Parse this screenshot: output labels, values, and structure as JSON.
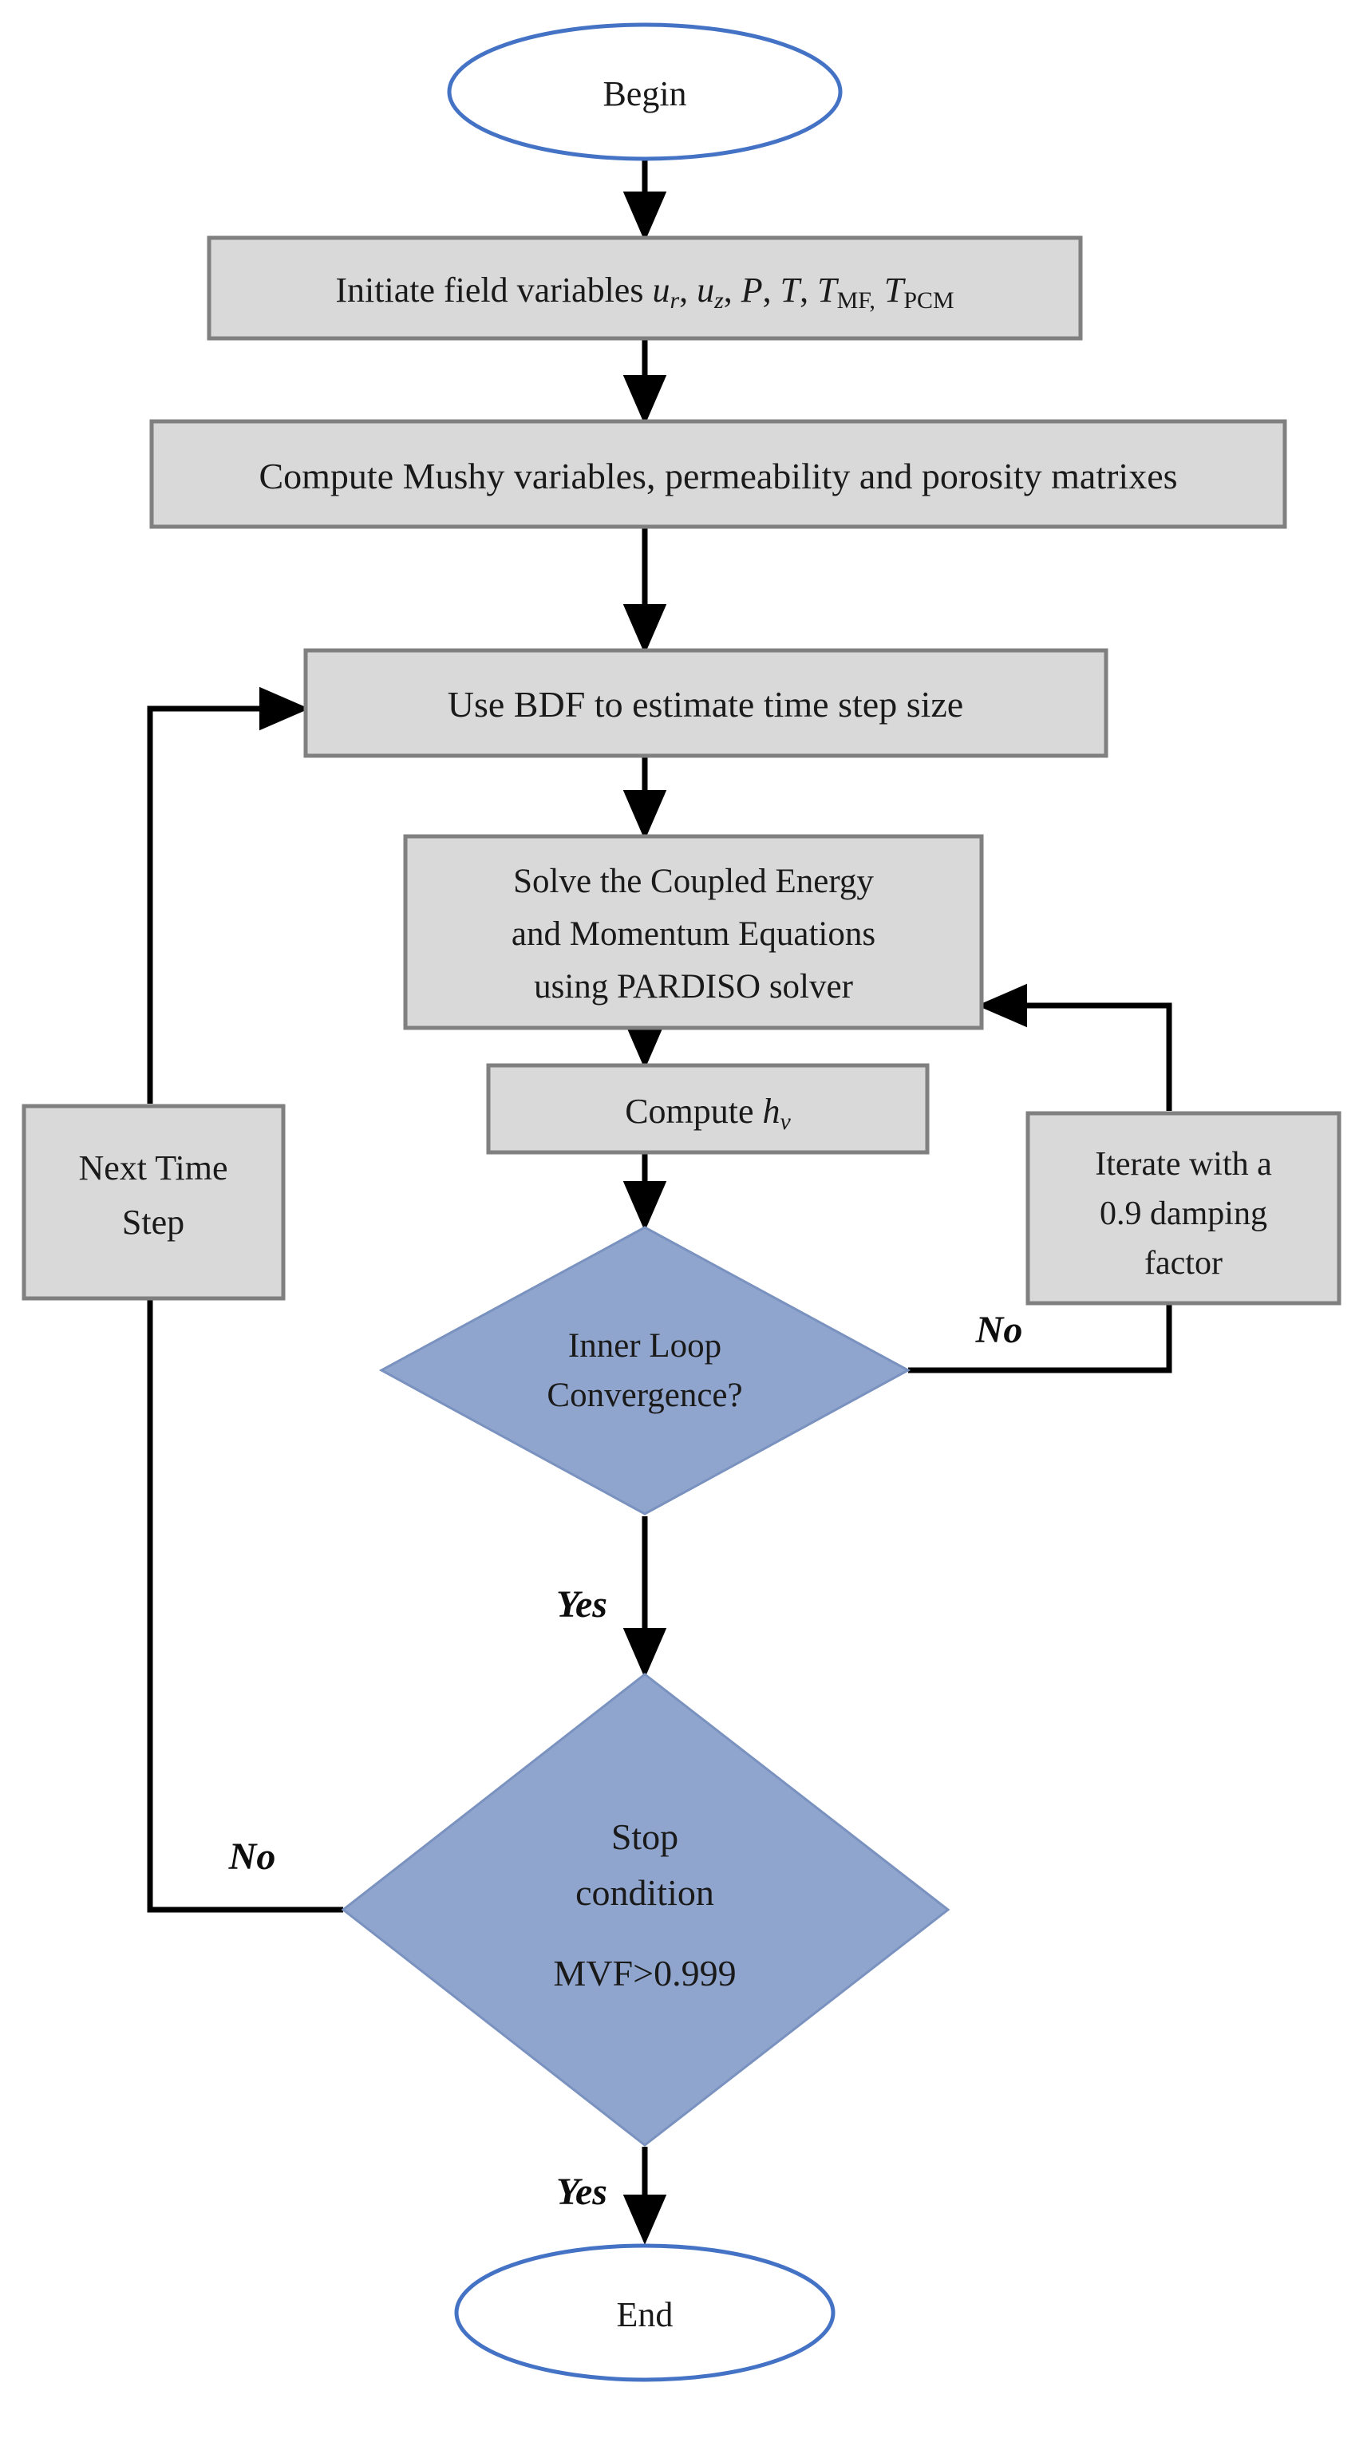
{
  "diagram": {
    "title": "Numerical solution procedure flowchart",
    "colors": {
      "terminator_stroke": "#4472C4",
      "terminator_fill": "#FFFFFF",
      "process_fill": "#D9D9D9",
      "process_stroke": "#808080",
      "decision_fill": "#8FA5CD",
      "decision_stroke": "#7A92BF",
      "connector": "#000000",
      "text": "#1A1A1A",
      "background": "#FFFFFF"
    },
    "nodes": [
      {
        "id": "begin",
        "shape": "terminator",
        "name": "begin-terminator",
        "label": "Begin"
      },
      {
        "id": "initiate",
        "shape": "process",
        "name": "initiate-field-variables-box",
        "label": "Initiate field variables u_r, u_z, P, T, T_MF, T_PCM",
        "label_parts": [
          {
            "text": "Initiate field variables ",
            "style": "normal"
          },
          {
            "text": "u",
            "style": "italic"
          },
          {
            "text": "r",
            "style": "sub-italic"
          },
          {
            "text": ", ",
            "style": "normal"
          },
          {
            "text": "u",
            "style": "italic"
          },
          {
            "text": "z",
            "style": "sub-italic"
          },
          {
            "text": ", ",
            "style": "normal"
          },
          {
            "text": "P",
            "style": "italic"
          },
          {
            "text": ", ",
            "style": "normal"
          },
          {
            "text": "T",
            "style": "italic"
          },
          {
            "text": ", ",
            "style": "normal"
          },
          {
            "text": "T",
            "style": "italic"
          },
          {
            "text": "MF,",
            "style": "sub"
          },
          {
            "text": " ",
            "style": "normal"
          },
          {
            "text": "T",
            "style": "italic"
          },
          {
            "text": "PCM",
            "style": "sub"
          }
        ]
      },
      {
        "id": "mushy",
        "shape": "process",
        "name": "compute-mushy-variables-box",
        "label": "Compute Mushy variables, permeability and porosity matrixes"
      },
      {
        "id": "bdf",
        "shape": "process",
        "name": "use-bdf-box",
        "label": "Use BDF to estimate time step size"
      },
      {
        "id": "solve",
        "shape": "process",
        "name": "solve-coupled-equations-box",
        "label": "Solve the Coupled Energy and Momentum Equations using PARDISO solver",
        "lines": [
          "Solve the Coupled Energy",
          "and Momentum Equations",
          "using PARDISO solver"
        ]
      },
      {
        "id": "computehv",
        "shape": "process",
        "name": "compute-hv-box",
        "label": "Compute h_v",
        "label_parts": [
          {
            "text": "Compute ",
            "style": "normal"
          },
          {
            "text": "h",
            "style": "italic"
          },
          {
            "text": "v",
            "style": "sub-italic"
          }
        ]
      },
      {
        "id": "nexttime",
        "shape": "process",
        "name": "next-time-step-box",
        "label": "Next Time Step",
        "lines": [
          "Next Time",
          "Step"
        ]
      },
      {
        "id": "iterate",
        "shape": "process",
        "name": "iterate-damping-factor-box",
        "label": "Iterate with a 0.9 damping factor",
        "lines": [
          "Iterate with a",
          "0.9 damping",
          "factor"
        ]
      },
      {
        "id": "innerloop",
        "shape": "decision",
        "name": "inner-loop-convergence-decision",
        "label": "Inner Loop Convergence?",
        "lines": [
          "Inner Loop",
          "Convergence?"
        ]
      },
      {
        "id": "stopcond",
        "shape": "decision",
        "name": "stop-condition-decision",
        "label": "Stop condition MVF>0.999",
        "lines": [
          "Stop",
          "condition",
          "MVF>0.999"
        ]
      },
      {
        "id": "end",
        "shape": "terminator",
        "name": "end-terminator",
        "label": "End"
      }
    ],
    "edge_labels": [
      {
        "id": "inner-no",
        "name": "edge-label-inner-loop-no",
        "text": "No"
      },
      {
        "id": "inner-yes",
        "name": "edge-label-inner-loop-yes",
        "text": "Yes"
      },
      {
        "id": "stop-no",
        "name": "edge-label-stop-condition-no",
        "text": "No"
      },
      {
        "id": "stop-yes",
        "name": "edge-label-stop-condition-yes",
        "text": "Yes"
      }
    ]
  }
}
